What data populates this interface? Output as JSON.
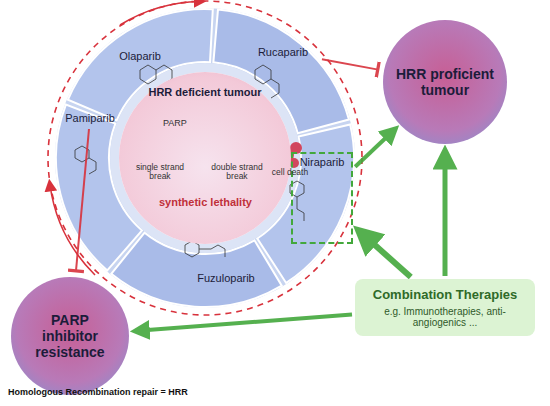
{
  "diagram": {
    "nodes": [
      {
        "text": [
          "HRR deficient tumour"
        ]
      },
      {
        "text": [
          "Olaparib"
        ]
      },
      {
        "text": [
          "Rucaparib"
        ]
      },
      {
        "text": [
          "Niraparib"
        ]
      },
      {
        "text": [
          "Fuzuloparib"
        ]
      },
      {
        "text": [
          "Pamiparib"
        ]
      },
      {
        "text": [
          "HRR proficient tumour"
        ]
      },
      {
        "text": [
          "PARP inhibitor resistance"
        ]
      },
      {
        "text": [
          "Combination Therapies",
          "e.g. Immunotherapies, anti-angiogenics ..."
        ]
      }
    ],
    "edges": [
      {
        "from": 3,
        "to": 6,
        "arrow": "to"
      },
      {
        "from": 8,
        "to": 7,
        "arrow": "to"
      },
      {
        "from": 8,
        "to": 3,
        "arrow": "to"
      },
      {
        "from": 8,
        "to": 6,
        "arrow": "to"
      },
      {
        "from": 2,
        "to": 6,
        "arrow": "to"
      },
      {
        "from": 5,
        "to": 7,
        "arrow": "to"
      }
    ],
    "labels": [
      "PARP",
      "single strand break",
      "double strand break",
      "cell death",
      "synthetic lethality",
      "Homologous Recombination repair = HRR"
    ]
  }
}
